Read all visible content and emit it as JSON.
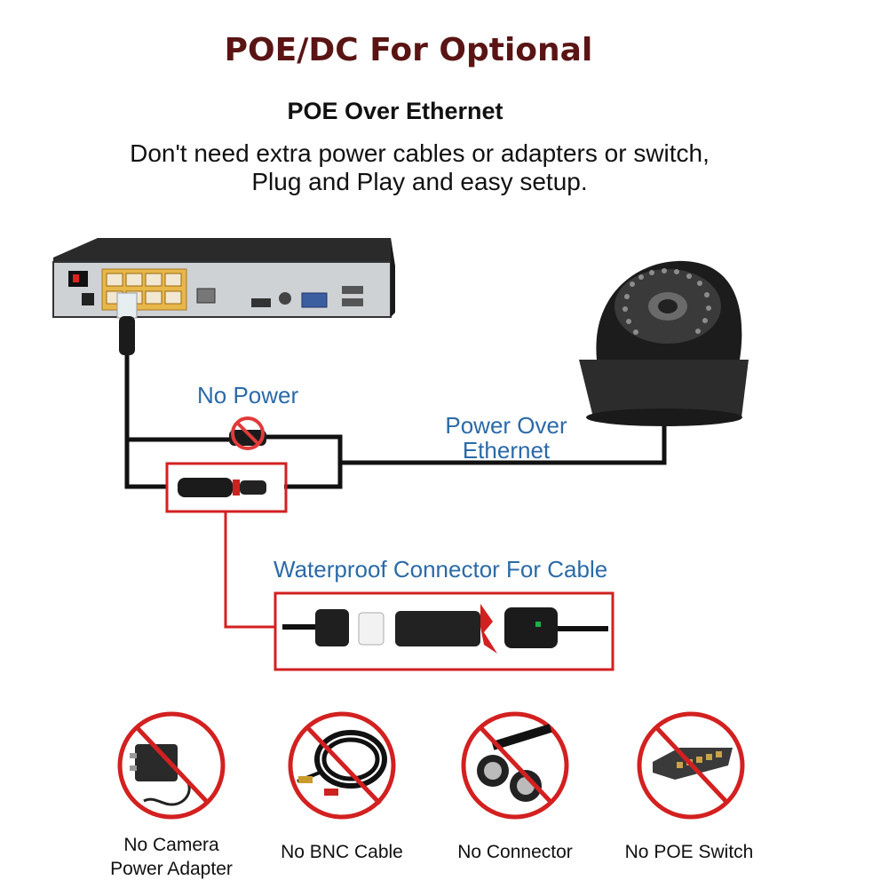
{
  "header": {
    "title": "POE/DC For Optional",
    "subtitle": "POE Over Ethernet",
    "description_line1": "Don't need extra power cables or adapters or switch,",
    "description_line2": "Plug and Play and easy setup."
  },
  "diagram": {
    "no_power_label": "No Power",
    "poe_label_line1": "Power Over",
    "poe_label_line2": "Ethernet",
    "connector_label": "Waterproof Connector For Cable"
  },
  "not_needed": [
    {
      "line1": "No Camera",
      "line2": "Power Adapter",
      "icon": "power-adapter-icon"
    },
    {
      "line1": "No BNC Cable",
      "icon": "bnc-cable-icon"
    },
    {
      "line1": "No Connector",
      "icon": "connector-icon"
    },
    {
      "line1": "No POE Switch",
      "icon": "poe-switch-icon"
    }
  ],
  "colors": {
    "title": "#5a1414",
    "label_blue": "#2b6aa8",
    "highlight_red": "#d32020"
  }
}
